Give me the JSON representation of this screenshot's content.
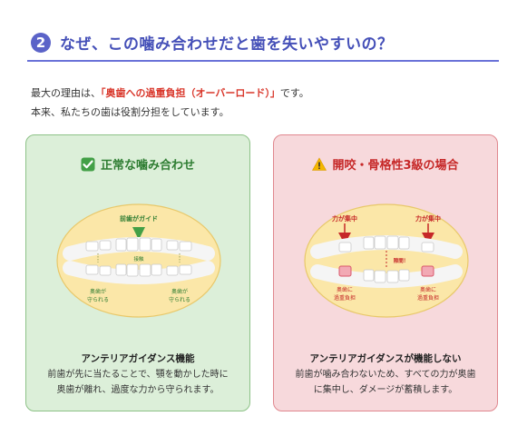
{
  "section": {
    "number": "2",
    "title": "なぜ、この噛み合わせだと歯を失いやすいの？"
  },
  "intro": {
    "line1_before": "最大の理由は、",
    "line1_highlight": "「奥歯への過重負担（オーバーロード）」",
    "line1_after": "です。",
    "line2": "本来、私たちの歯は役割分担をしています。"
  },
  "colors": {
    "accent": "#5b63c8",
    "highlight": "#d9372b",
    "good_bg": "#dcefd9",
    "good_border": "#8dc287",
    "bad_bg": "#f7d9dc",
    "bad_border": "#e0888f"
  },
  "good_card": {
    "icon": "check-icon",
    "title": "正常な噛み合わせ",
    "diagram": {
      "guide_label": "前歯がガイド",
      "contact_label": "接触",
      "left_note_1": "奥歯が",
      "left_note_2": "守られる",
      "right_note_1": "奥歯が",
      "right_note_2": "守られる"
    },
    "subtitle": "アンテリアガイダンス機能",
    "desc_line1": "前歯が先に当たることで、顎を動かした時に",
    "desc_line2": "奥歯が離れ、過度な力から守られます。"
  },
  "bad_card": {
    "icon": "warning-icon",
    "title": "開咬・骨格性3級の場合",
    "diagram": {
      "force_left": "力が集中",
      "force_right": "力が集中",
      "gap_label": "隙間！",
      "left_note_1": "奥歯に",
      "left_note_2": "過重負担",
      "right_note_1": "奥歯に",
      "right_note_2": "過重負担"
    },
    "subtitle": "アンテリアガイダンスが機能しない",
    "desc_line1": "前歯が噛み合わないため、すべての力が奥歯",
    "desc_line2": "に集中し、ダメージが蓄積します。"
  }
}
